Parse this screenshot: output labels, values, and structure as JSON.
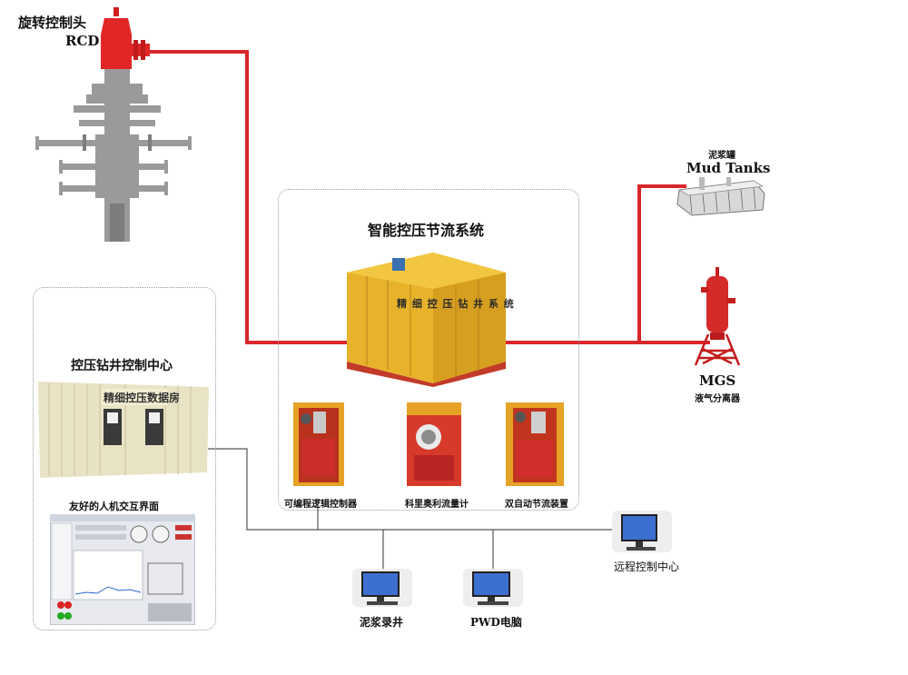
{
  "labels": {
    "rcd_cn": "旋转控制头",
    "rcd_en": "RCD",
    "mud_tanks_cn": "泥浆罐",
    "mud_tanks_en": "Mud Tanks",
    "system_title": "智能控压节流系统",
    "unit_sign": "精 细 控 压 钻 井 系 统",
    "mgs_en": "MGS",
    "mgs_cn": "液气分离器",
    "control_center": "控压钻井控制中心",
    "container_sign": "精细控压数据房",
    "hmi_title": "友好的人机交互界面",
    "plc": "可编程逻辑控制器",
    "coriolis": "科里奥利流量计",
    "dual_choke": "双自动节流装置",
    "remote_center": "远程控制中心",
    "mud_logging": "泥浆录井",
    "pwd": "PWD电脑"
  },
  "colors": {
    "flow_line": "#d9262a",
    "data_line": "#555555",
    "unit_yellow": "#e8b32a",
    "equipment_red": "#d42a2a"
  }
}
